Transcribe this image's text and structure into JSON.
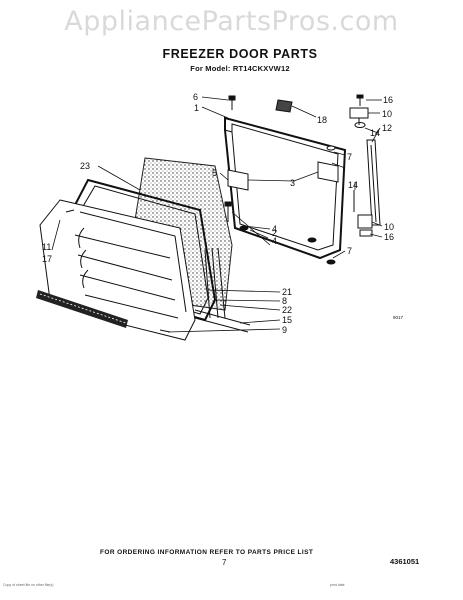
{
  "watermark": "AppliancePartsPros.com",
  "title": "FREEZER DOOR PARTS",
  "model_line": "For Model: RT14CKXVW12",
  "part_labels": [
    "6",
    "1",
    "18",
    "16",
    "10",
    "14",
    "12",
    "23",
    "5",
    "7",
    "3",
    "14",
    "4",
    "2",
    "10",
    "16",
    "11",
    "17",
    "4",
    "7",
    "21",
    "8",
    "22",
    "15",
    "9"
  ],
  "small_code": "9017",
  "footer_text": "FOR ORDERING INFORMATION REFER TO PARTS PRICE LIST",
  "page_number": "7",
  "document_number": "4361051",
  "corner_left_text": "Copy of sheet file on other file(s)",
  "corner_right_text": "print date"
}
